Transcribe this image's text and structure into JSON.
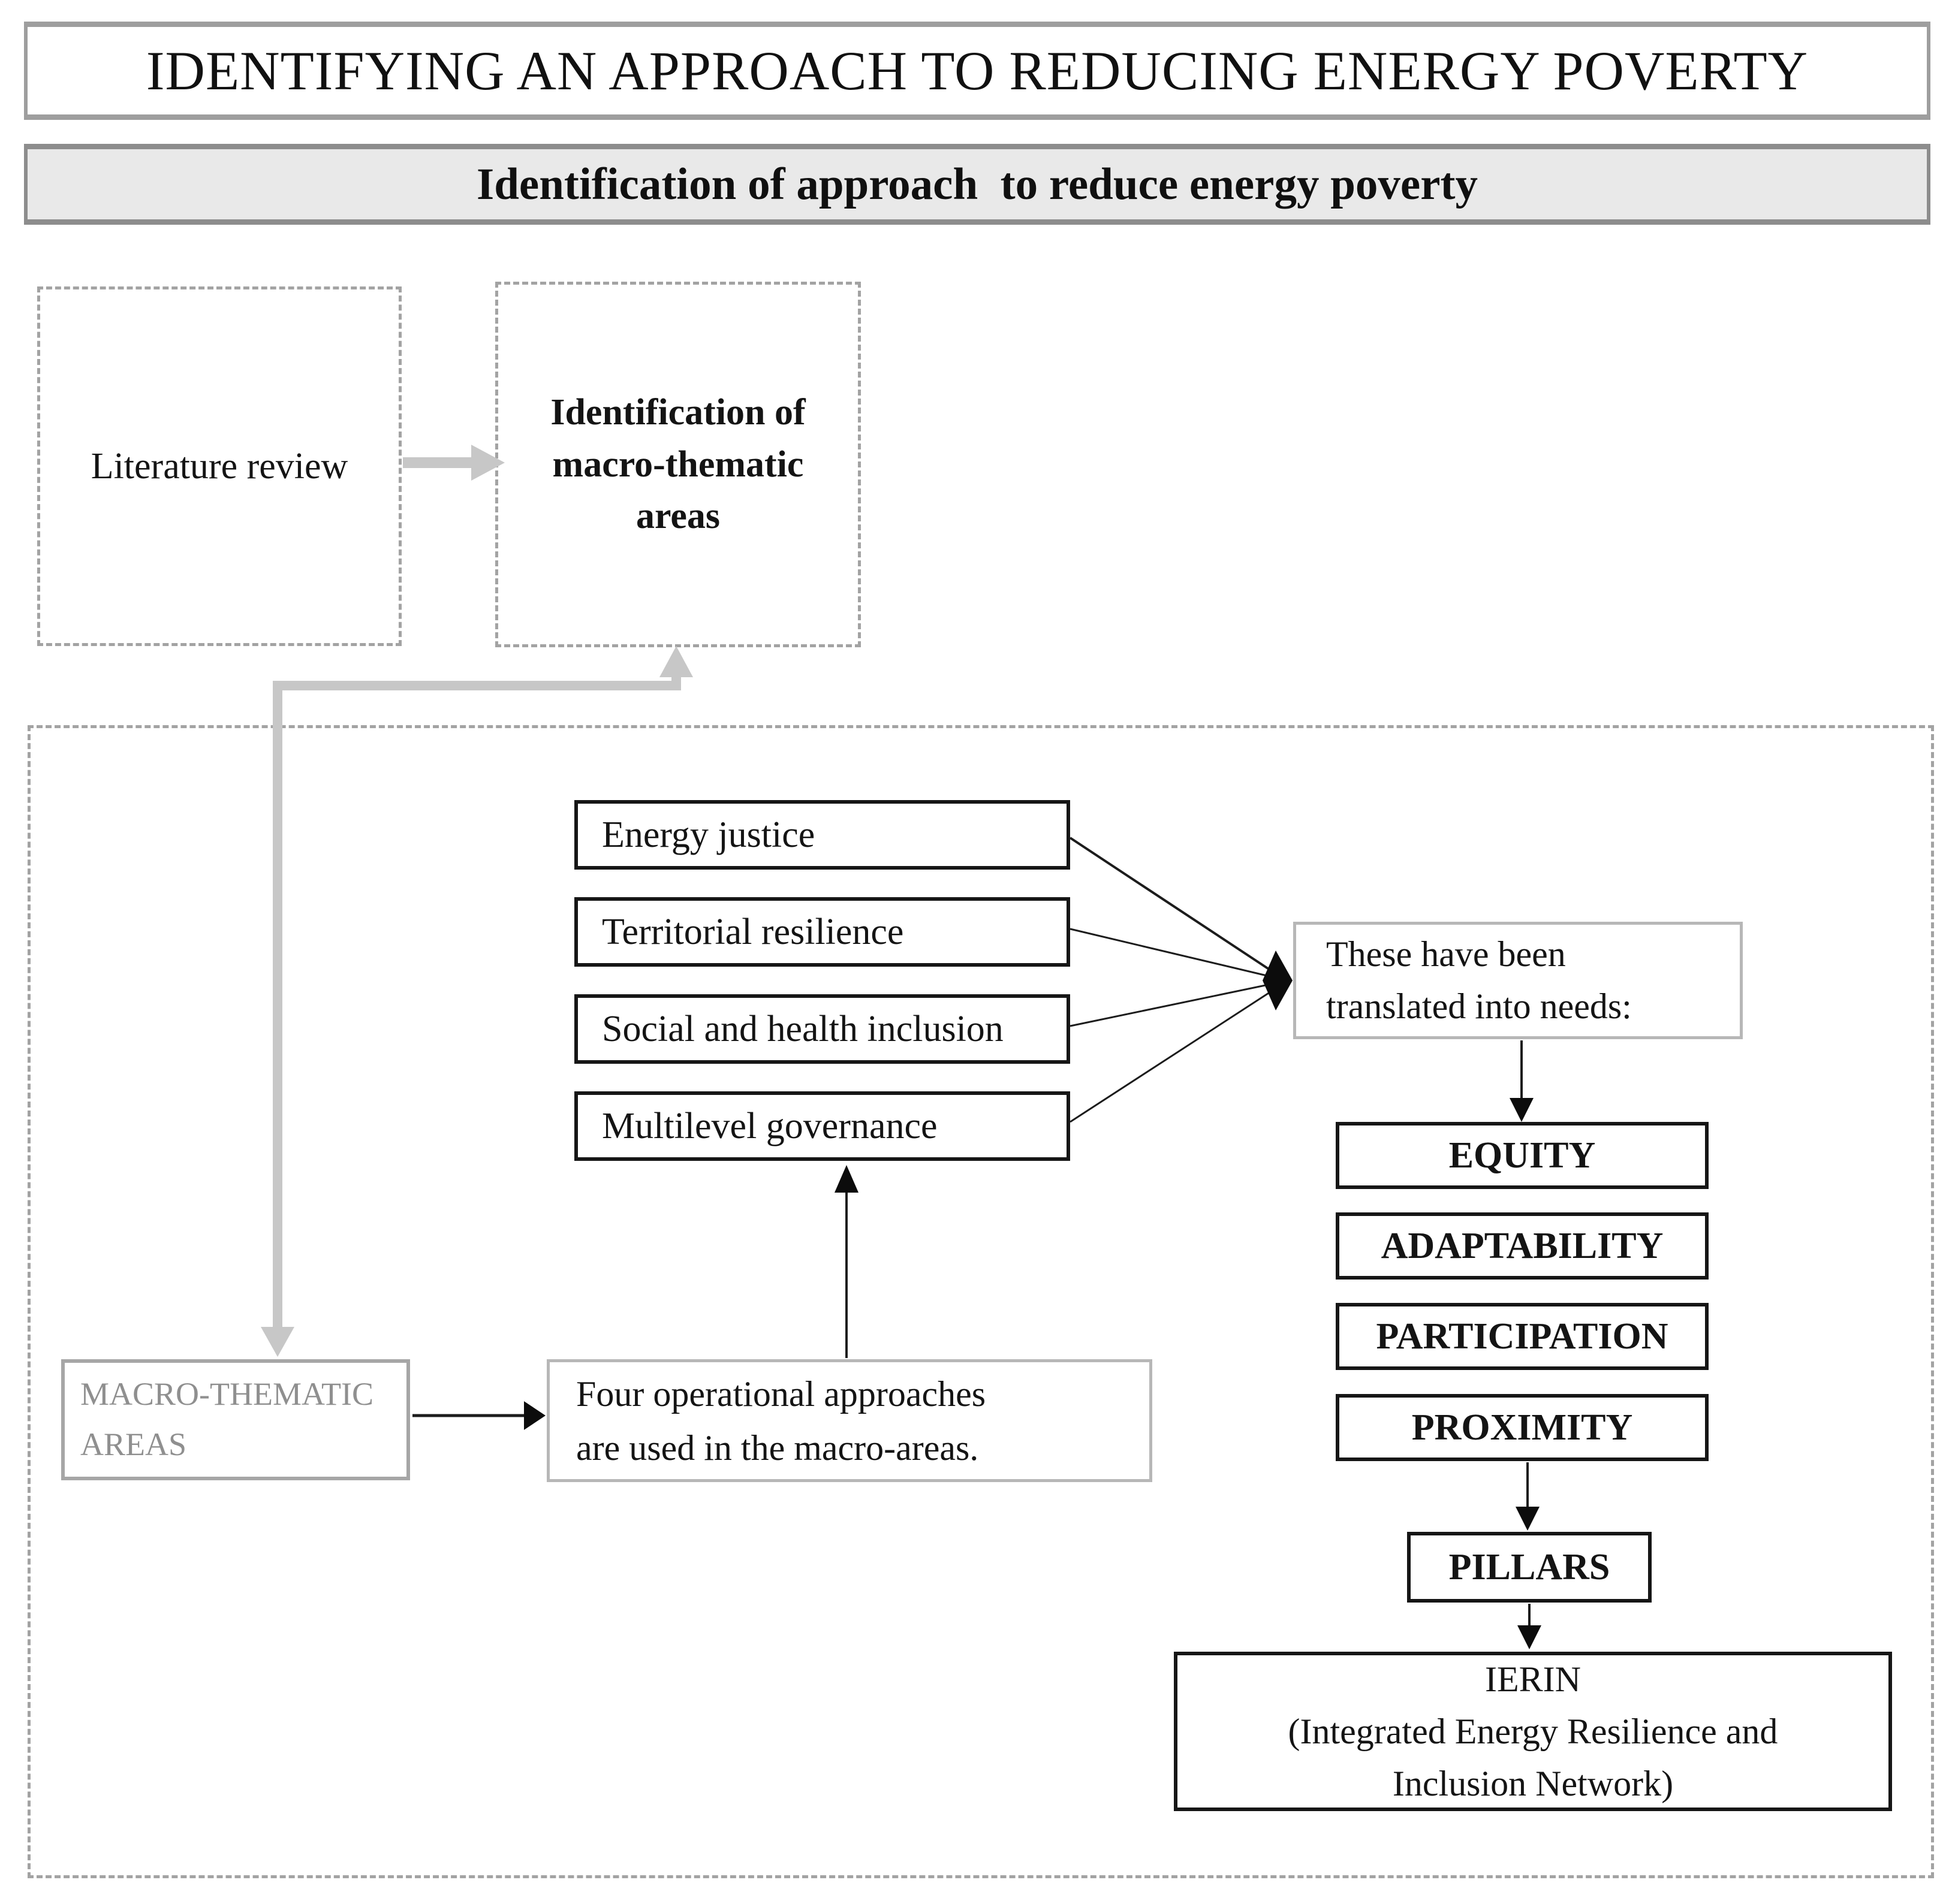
{
  "header": {
    "title": "IDENTIFYING AN APPROACH TO REDUCING ENERGY POVERTY",
    "subtitle": "Identification of approach  to reduce energy poverty"
  },
  "top_flow": {
    "literature_label": "Literature review",
    "identification_label": "Identification of\nmacro-thematic\nareas"
  },
  "macro_flow": {
    "macro_areas_label": "MACRO-THEMATIC\nAREAS",
    "operational_label": "Four operational approaches\nare used in the macro-areas."
  },
  "approaches": [
    "Energy justice",
    "Territorial resilience",
    "Social and health inclusion",
    "Multilevel governance"
  ],
  "translated": {
    "label": "These have been\ntranslated into needs:"
  },
  "needs": [
    "EQUITY",
    "ADAPTABILITY",
    "PARTICIPATION",
    "PROXIMITY"
  ],
  "pillars": {
    "label": "PILLARS"
  },
  "ierin": {
    "label": "IERIN\n(Integrated Energy Resilience and\nInclusion Network)"
  },
  "colors": {
    "black_box_border": "#161616",
    "gray_box_border": "#b7b7b7",
    "macro_box_border": "#a6a6a6",
    "dashed_border": "#a3a3a3",
    "gray_arrow": "#c7c7c7",
    "black_arrow": "#1c1c1c",
    "macro_text": "#8f8f8f",
    "subtitle_background": "#e9e9e9",
    "header_border": "#9e9e9e"
  }
}
